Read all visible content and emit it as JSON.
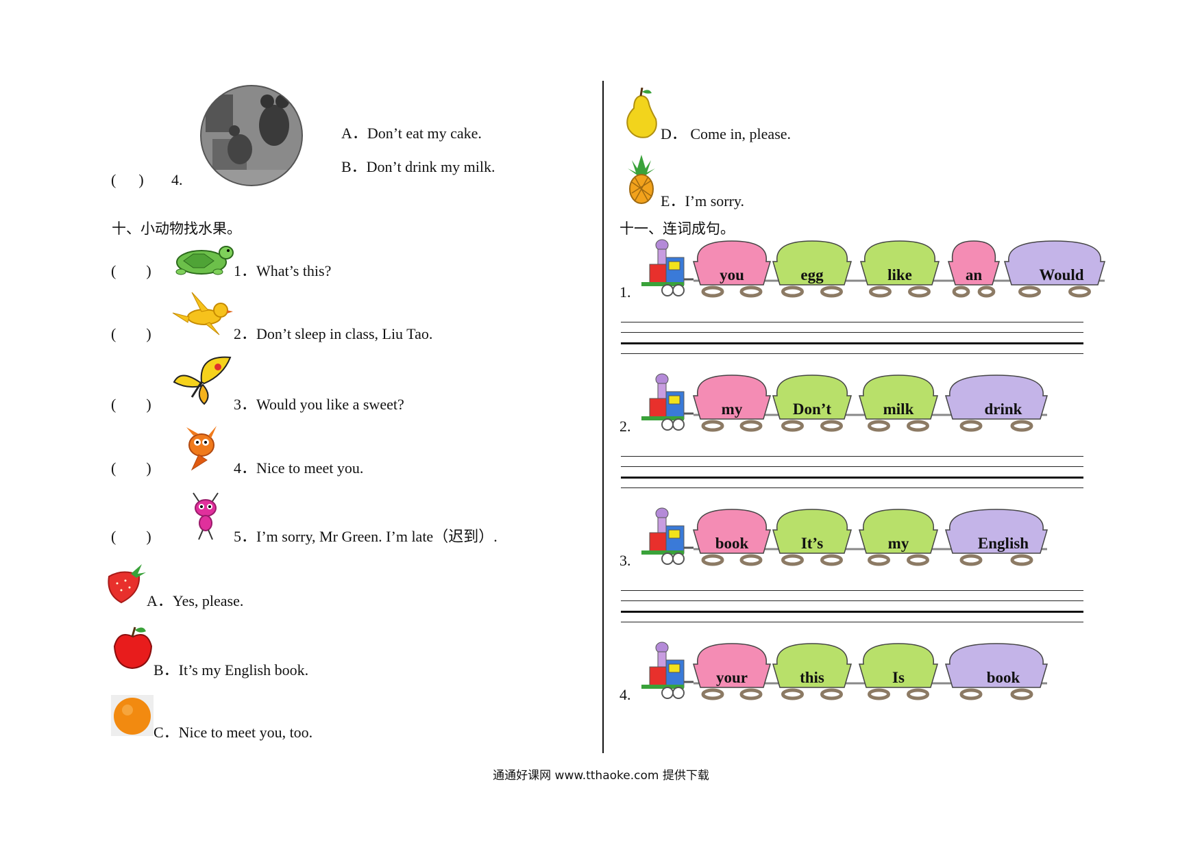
{
  "q4_options": {
    "paren": "(",
    "close": ")",
    "number": "4.",
    "a": "A．Don’t eat my cake.",
    "b": "B．Don’t drink my milk."
  },
  "section10": {
    "title": "十、小动物找水果。",
    "items": [
      {
        "paren": "(　　)",
        "label": "1．What’s this?",
        "icon": "turtle-icon"
      },
      {
        "paren": "(　　)",
        "label": "2．Don’t sleep in class, Liu Tao.",
        "icon": "bird-icon"
      },
      {
        "paren": "(　　)",
        "label": "3．Would you like a sweet?",
        "icon": "butterfly-icon"
      },
      {
        "paren": "(　　)",
        "label": "4．Nice to meet you.",
        "icon": "fish-icon"
      },
      {
        "paren": "(　　)",
        "label": "5．I’m sorry, Mr Green. I’m late（迟到）.",
        "icon": "ant-icon"
      }
    ],
    "answers": [
      {
        "label": "A．Yes, please.",
        "icon": "strawberry-icon"
      },
      {
        "label": "B．It’s my English book.",
        "icon": "apple-icon"
      },
      {
        "label": "C．Nice to meet you, too.",
        "icon": "orange-icon"
      }
    ]
  },
  "right_answers": [
    {
      "label": "D．  Come in, please.",
      "icon": "pear-icon"
    },
    {
      "label": "E．I’m sorry.",
      "icon": "pineapple-icon"
    }
  ],
  "section11": {
    "title": "十一、连词成句。",
    "trains": [
      {
        "num": "1.",
        "words": [
          "you",
          "egg",
          "like",
          "an",
          "Would"
        ]
      },
      {
        "num": "2.",
        "words": [
          "my",
          "Don’t",
          "milk",
          "drink"
        ]
      },
      {
        "num": "3.",
        "words": [
          "book",
          "It’s",
          "my",
          "English"
        ]
      },
      {
        "num": "4.",
        "words": [
          "your",
          "this",
          "Is",
          "book"
        ]
      }
    ]
  },
  "colors": {
    "pink": "#f48cb4",
    "green": "#b8e06a",
    "purple": "#c4b4e8",
    "wheel": "#8c7a64"
  },
  "footer": "通通好课网  www.tthaoke.com  提供下载"
}
